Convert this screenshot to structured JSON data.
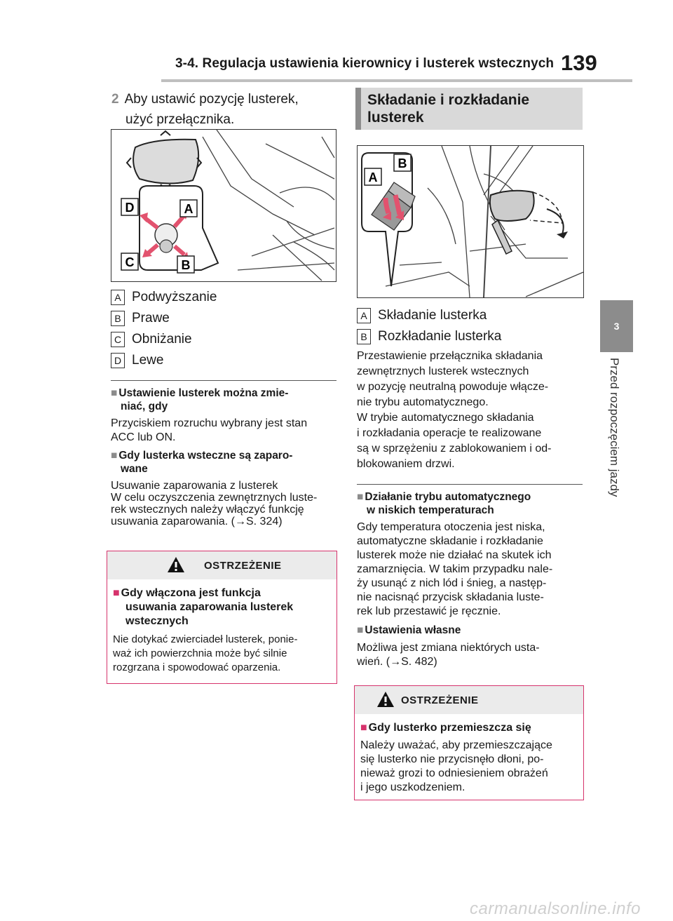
{
  "header": {
    "title": "3-4. Regulacja ustawienia kierownicy i lusterek wstecznych",
    "page_number": "139"
  },
  "side_tab": {
    "chapter": "3",
    "label": "Przed rozpoczęciem jazdy"
  },
  "left": {
    "step_number": "2",
    "step_text_1": "Aby ustawić pozycję lusterek,",
    "step_text_2": "użyć przełącznika.",
    "figure_labels": [
      "D",
      "A",
      "C",
      "B"
    ],
    "legend": [
      {
        "key": "A",
        "text": "Podwyższanie"
      },
      {
        "key": "B",
        "text": "Prawe"
      },
      {
        "key": "C",
        "text": "Obniżanie"
      },
      {
        "key": "D",
        "text": "Lewe"
      }
    ],
    "section1_title_1": "Ustawienie lusterek można zmie-",
    "section1_title_2": "niać, gdy",
    "section1_body_1": "Przyciskiem rozruchu wybrany jest stan",
    "section1_body_2": "ACC lub ON.",
    "section2_title_1": "Gdy lusterka wsteczne są zaparo-",
    "section2_title_2": "wane",
    "section2_body_1": "Usuwanie zaparowania z lusterek",
    "section2_body_2": "W celu oczyszczenia zewnętrznych luste-",
    "section2_body_3": "rek wstecznych należy włączyć funkcję",
    "section2_body_4": "usuwania zaparowania. (→S. 324)",
    "warning": {
      "title": "OSTRZEŻENIE",
      "head_1": "Gdy włączona jest funkcja",
      "head_2": "usuwania zaparowania lusterek",
      "head_3": "wstecznych",
      "body_1": "Nie dotykać zwierciadeł lusterek, ponie-",
      "body_2": "waż ich powierzchnia może być silnie",
      "body_3": "rozgrzana i spowodować oparzenia."
    }
  },
  "right": {
    "heading_1": "Składanie i rozkładanie",
    "heading_2": "lusterek",
    "figure_labels": [
      "B",
      "A"
    ],
    "legend": [
      {
        "key": "A",
        "text": "Składanie lusterka"
      },
      {
        "key": "B",
        "text": "Rozkładanie lusterka"
      }
    ],
    "para": [
      "Przestawienie przełącznika składania",
      "zewnętrznych lusterek wstecznych",
      "w pozycję neutralną powoduje włącze-",
      "nie trybu automatycznego.",
      "W trybie automatycznego składania",
      "i rozkładania operacje te realizowane",
      "są w sprzężeniu z zablokowaniem i od-",
      "blokowaniem drzwi."
    ],
    "section1_title_1": "Działanie trybu automatycznego",
    "section1_title_2": "w niskich temperaturach",
    "section1_body": [
      "Gdy temperatura otoczenia jest niska,",
      "automatyczne składanie i rozkładanie",
      "lusterek może nie działać na skutek ich",
      "zamarznięcia. W takim przypadku nale-",
      "ży usunąć z nich lód i śnieg, a następ-",
      "nie nacisnąć przycisk składania luste-",
      "rek lub przestawić je ręcznie."
    ],
    "section2_title": "Ustawienia własne",
    "section2_body_1": "Możliwa jest zmiana niektórych usta-",
    "section2_body_2": "wień. (→S. 482)",
    "warning": {
      "title": "OSTRZEŻENIE",
      "head": "Gdy lusterko przemieszcza się",
      "body": [
        "Należy uważać, aby przemieszczające",
        "się lusterko nie przycisnęło dłoni, po-",
        "nieważ grozi to odniesieniem obrażeń",
        "i jego uszkodzeniem."
      ]
    }
  },
  "footer": "carmanualsonline.info"
}
